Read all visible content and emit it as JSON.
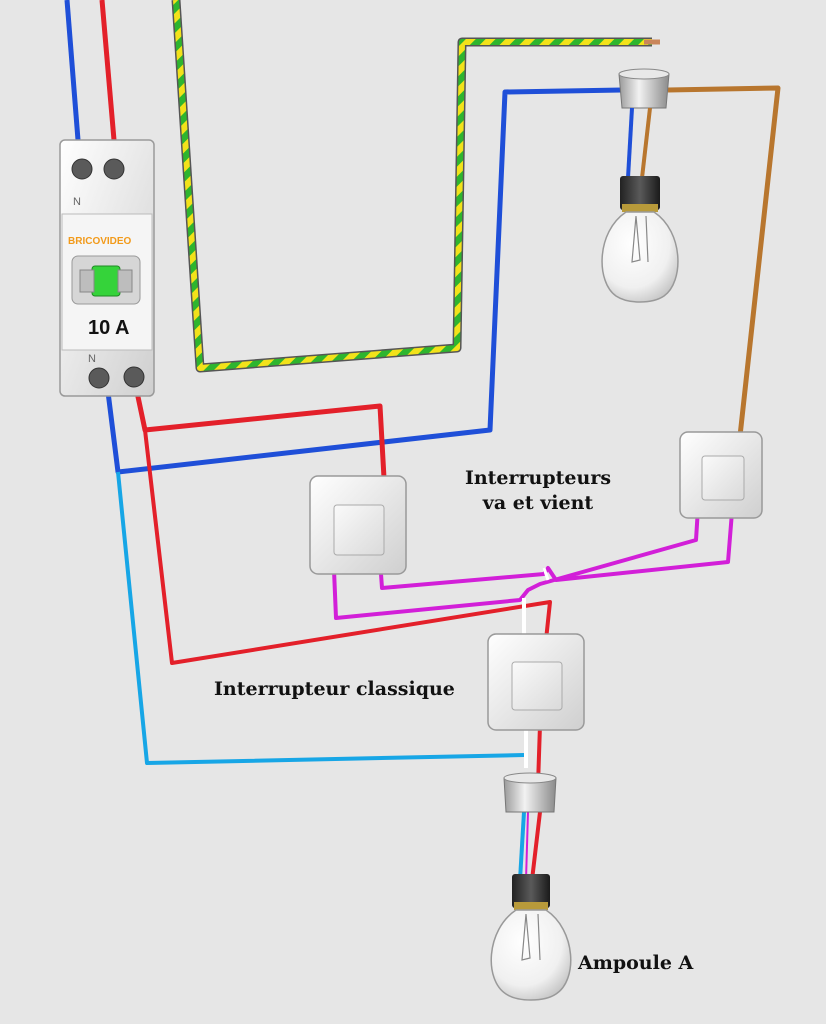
{
  "breaker": {
    "brand": "BRICOVIDEO",
    "rating": "10 A",
    "neutral_mark": "N"
  },
  "labels": {
    "two_way_line1": "Interrupteurs",
    "two_way_line2": "va et vient",
    "classic_switch": "Interrupteur classique",
    "bulb_a": "Ampoule A"
  },
  "colors": {
    "background": "#e6e6e6",
    "phase": "#e3202a",
    "neutral": "#1f4fd8",
    "neutral_light": "#17a6e6",
    "traveler": "#d21fd8",
    "earth_green": "#2eb52e",
    "earth_yellow": "#f2e21a",
    "return_brown": "#b8762e",
    "breaker_accent": "#f29a1a",
    "breaker_toggle": "#35d33a"
  }
}
